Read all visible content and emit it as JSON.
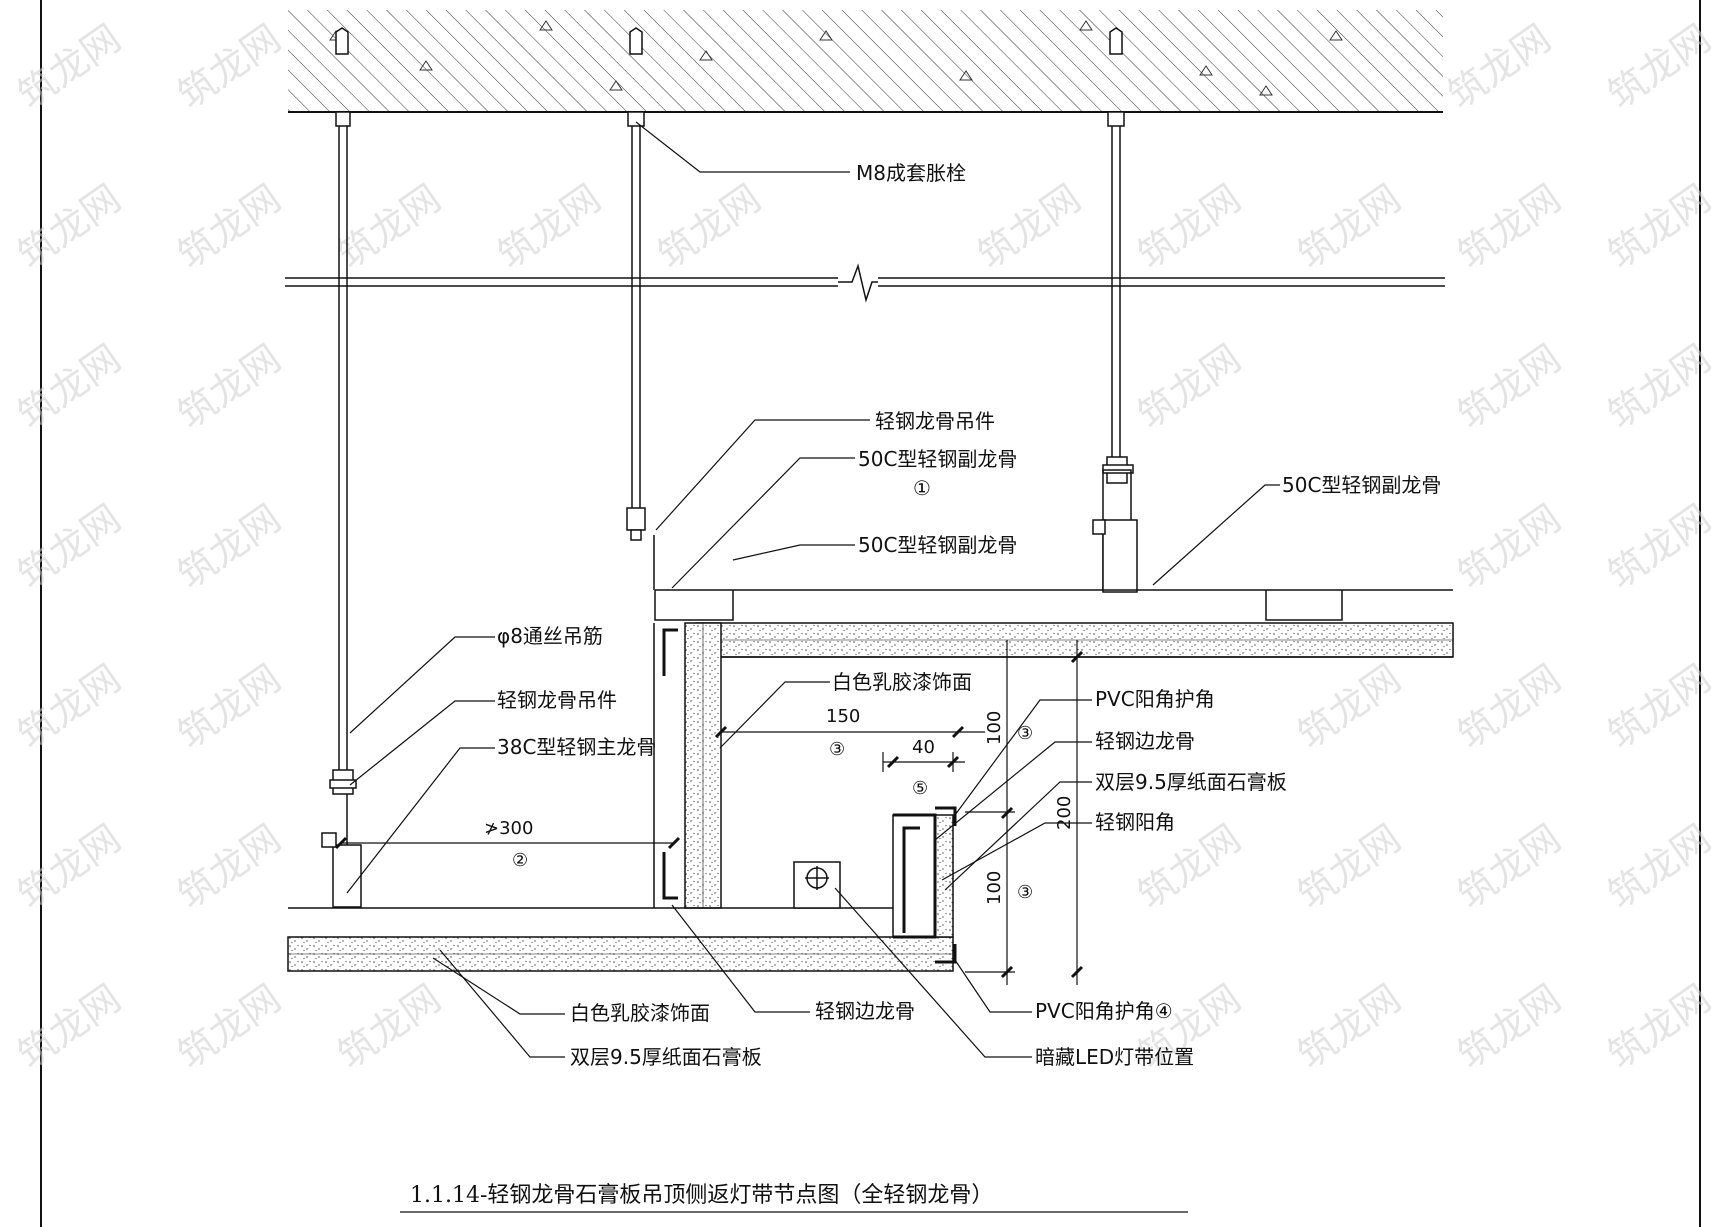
{
  "labels": {
    "expansion_bolt": "M8成套胀栓",
    "hanger_fitting_top": "轻钢龙骨吊件",
    "sub_keel_1": "50C型轻钢副龙骨",
    "sub_keel_1_num": "①",
    "sub_keel_right": "50C型轻钢副龙骨",
    "sub_keel_2": "50C型轻钢副龙骨",
    "threaded_rod": "φ8通丝吊筋",
    "hanger_fitting_left": "轻钢龙骨吊件",
    "main_keel": "38C型轻钢主龙骨",
    "white_paint_inner": "白色乳胶漆饰面",
    "pvc_corner": "PVC阳角护角",
    "edge_keel": "轻钢边龙骨",
    "double_gypsum": "双层9.5厚纸面石膏板",
    "steel_corner": "轻钢阳角",
    "white_paint_bottom": "白色乳胶漆饰面",
    "edge_keel_bottom": "轻钢边龙骨",
    "pvc_corner_4": "PVC阳角护角④",
    "double_gypsum_bottom": "双层9.5厚纸面石膏板",
    "led_position": "暗藏LED灯带位置"
  },
  "dimensions": {
    "d150": "150",
    "d150_num": "③",
    "d40": "40",
    "d40_num": "⑤",
    "d300": "≯300",
    "d300_num": "②",
    "d100_top": "100",
    "d100_top_num": "③",
    "d200": "200",
    "d100_bottom": "100",
    "d100_bottom_num": "③"
  },
  "title": "1.1.14-轻钢龙骨石膏板吊顶侧返灯带节点图（全轻钢龙骨）",
  "watermark": "筑龙网"
}
